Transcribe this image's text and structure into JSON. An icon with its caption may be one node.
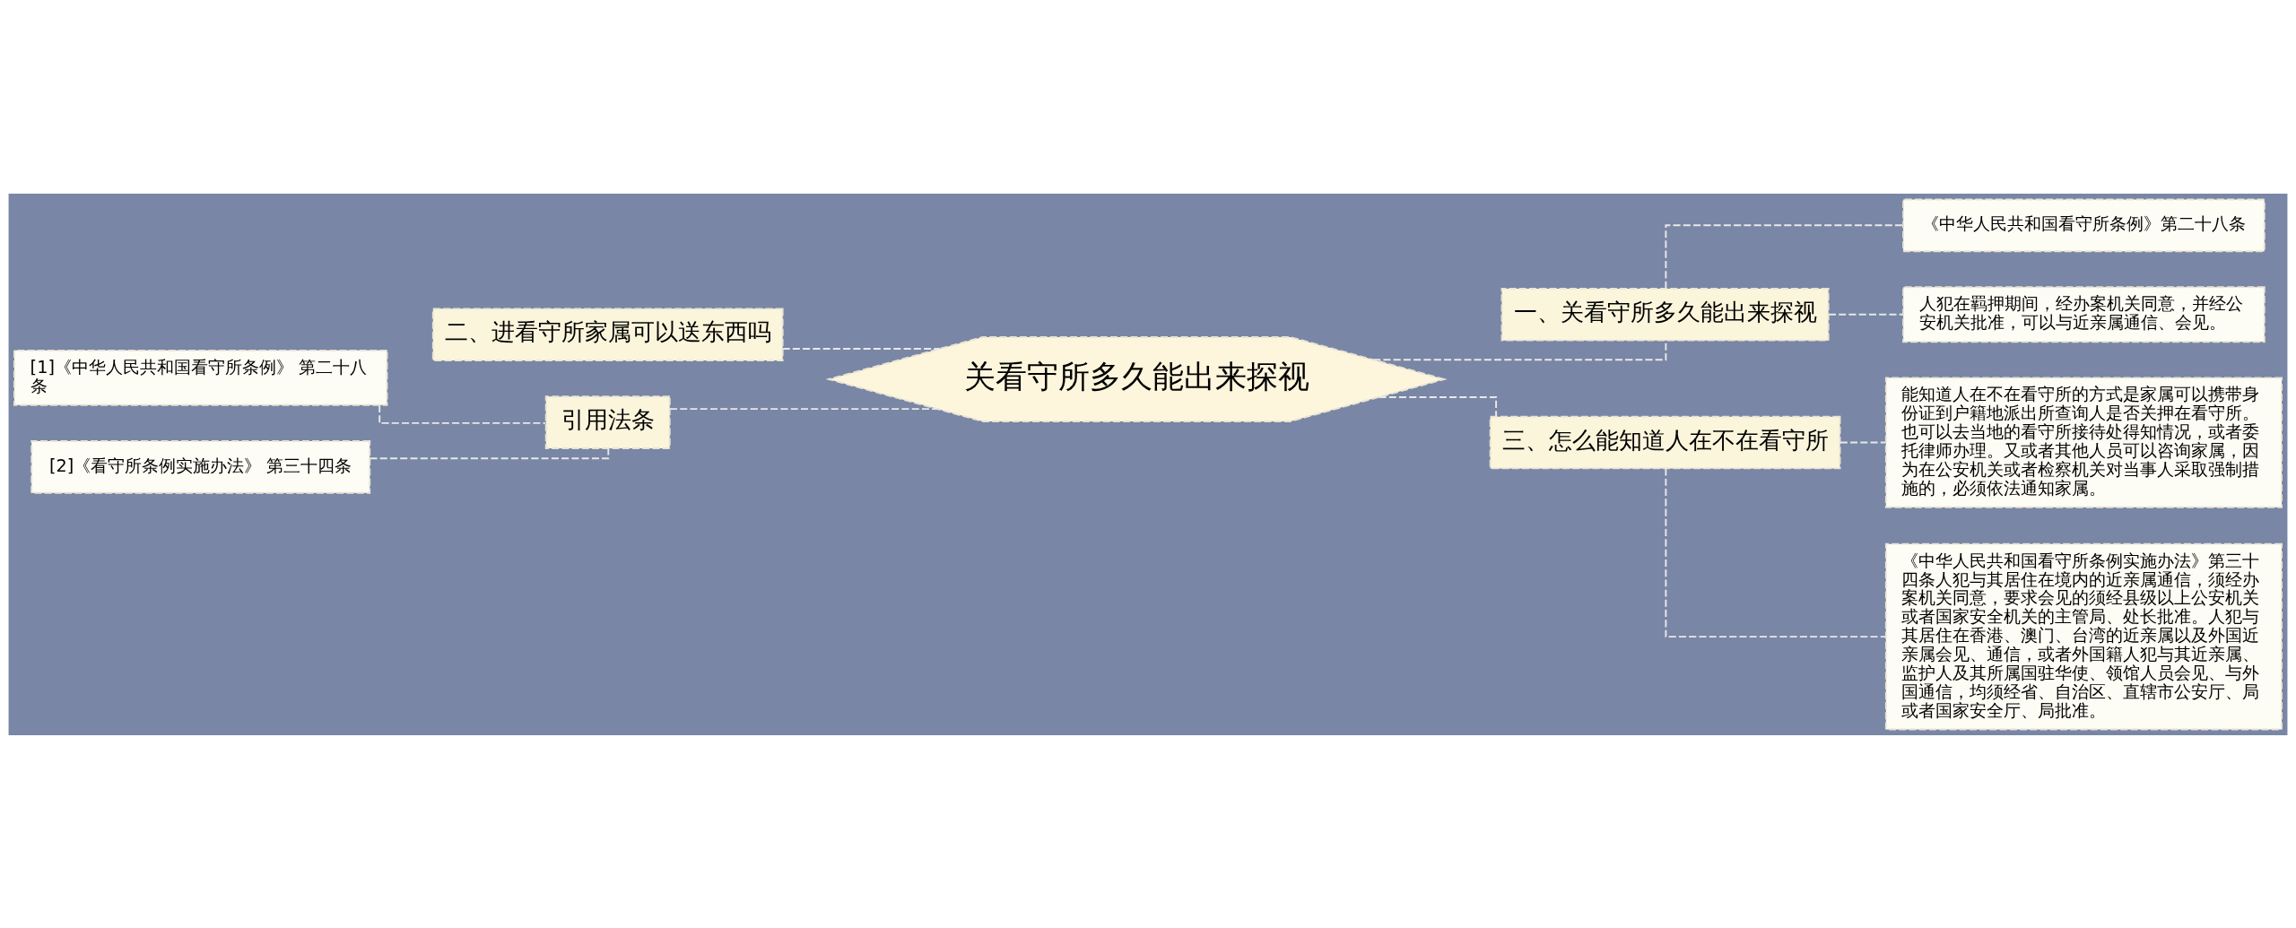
{
  "diagram": {
    "nodes": [
      {
        "text": [
          "关看守所多久能出来探视"
        ]
      },
      {
        "text": [
          "一、关看守所多久能出来探视"
        ]
      },
      {
        "text": [
          "《中华人民共和国看守所条例》第二十八条"
        ]
      },
      {
        "text": [
          "人犯在羁押期间，经办案机关同意，并经公安机关批准，可以与近亲属通信、会见。"
        ]
      },
      {
        "text": [
          "二、进看守所家属可以送东西吗"
        ]
      },
      {
        "text": [
          "[1]《中华人民共和国看守所条例》 第二十八条"
        ]
      },
      {
        "text": [
          "引用法条"
        ]
      },
      {
        "text": [
          "[2]《看守所条例实施办法》 第三十四条"
        ]
      },
      {
        "text": [
          "三、怎么能知道人在不在看守所"
        ]
      },
      {
        "text": [
          "能知道人在不在看守所的方式是家属可以携带身份证到户籍地派出所查询人是否关押在看守所。也可以去当地的看守所接待处得知情况，或者委托律师办理。又或者其他人员可以咨询家属，因为在公安机关或者检察机关对当事人采取强制措施的，必须依法通知家属。"
        ]
      },
      {
        "text": [
          "《中华人民共和国看守所条例实施办法》第三十四条人犯与其居住在境内的近亲属通信，须经办案机关同意，要求会见的须经县级以上公安机关或者国家安全机关的主管局、处长批准。人犯与其居住在香港、澳门、台湾的近亲属以及外国近亲属会见、通信，或者外国籍人犯与其近亲属、监护人及其所属国驻华使、领馆人员会见、与外国通信，均须经省、自治区、直辖市公安厅、局或者国家安全厅、局批准。"
        ]
      }
    ],
    "edges": [
      {
        "from": 0,
        "to": 1,
        "arrow": "none"
      },
      {
        "from": 1,
        "to": 2,
        "arrow": "none"
      },
      {
        "from": 1,
        "to": 3,
        "arrow": "none"
      },
      {
        "from": 0,
        "to": 4,
        "arrow": "none"
      },
      {
        "from": 0,
        "to": 6,
        "arrow": "none"
      },
      {
        "from": 6,
        "to": 5,
        "arrow": "none"
      },
      {
        "from": 6,
        "to": 7,
        "arrow": "none"
      },
      {
        "from": 0,
        "to": 8,
        "arrow": "none"
      },
      {
        "from": 8,
        "to": 9,
        "arrow": "none"
      },
      {
        "from": 8,
        "to": 10,
        "arrow": "none"
      }
    ]
  }
}
